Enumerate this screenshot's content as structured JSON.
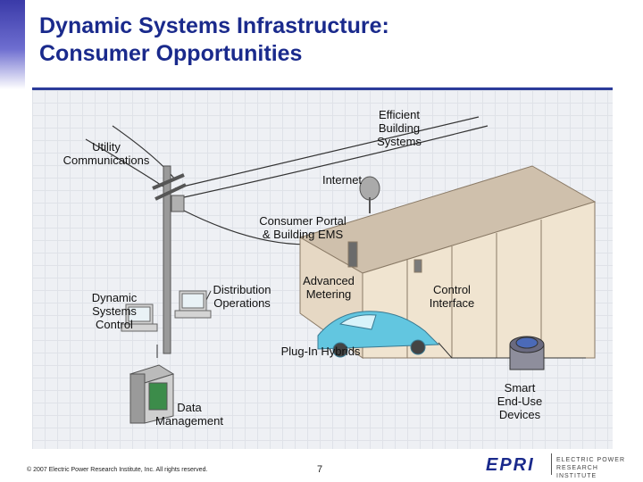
{
  "slide": {
    "title_line1": "Dynamic Systems Infrastructure:",
    "title_line2": "Consumer Opportunities",
    "page_number": "7",
    "copyright": "© 2007 Electric Power Research Institute, Inc. All rights reserved."
  },
  "labels": {
    "efficient_building": "Efficient\nBuilding\nSystems",
    "utility_comm": "Utility\nCommunications",
    "internet": "Internet",
    "consumer_portal": "Consumer Portal\n& Building EMS",
    "distribution_ops": "Distribution\nOperations",
    "advanced_metering": "Advanced\nMetering",
    "control_interface": "Control\nInterface",
    "dynamic_systems": "Dynamic\nSystems\nControl",
    "plug_in": "Plug-In Hybrids",
    "smart_devices": "Smart\nEnd-Use\nDevices",
    "data_mgmt": "Data\nManagement"
  },
  "logo": {
    "mark": "EPRI",
    "text": "ELECTRIC POWER\nRESEARCH INSTITUTE"
  }
}
